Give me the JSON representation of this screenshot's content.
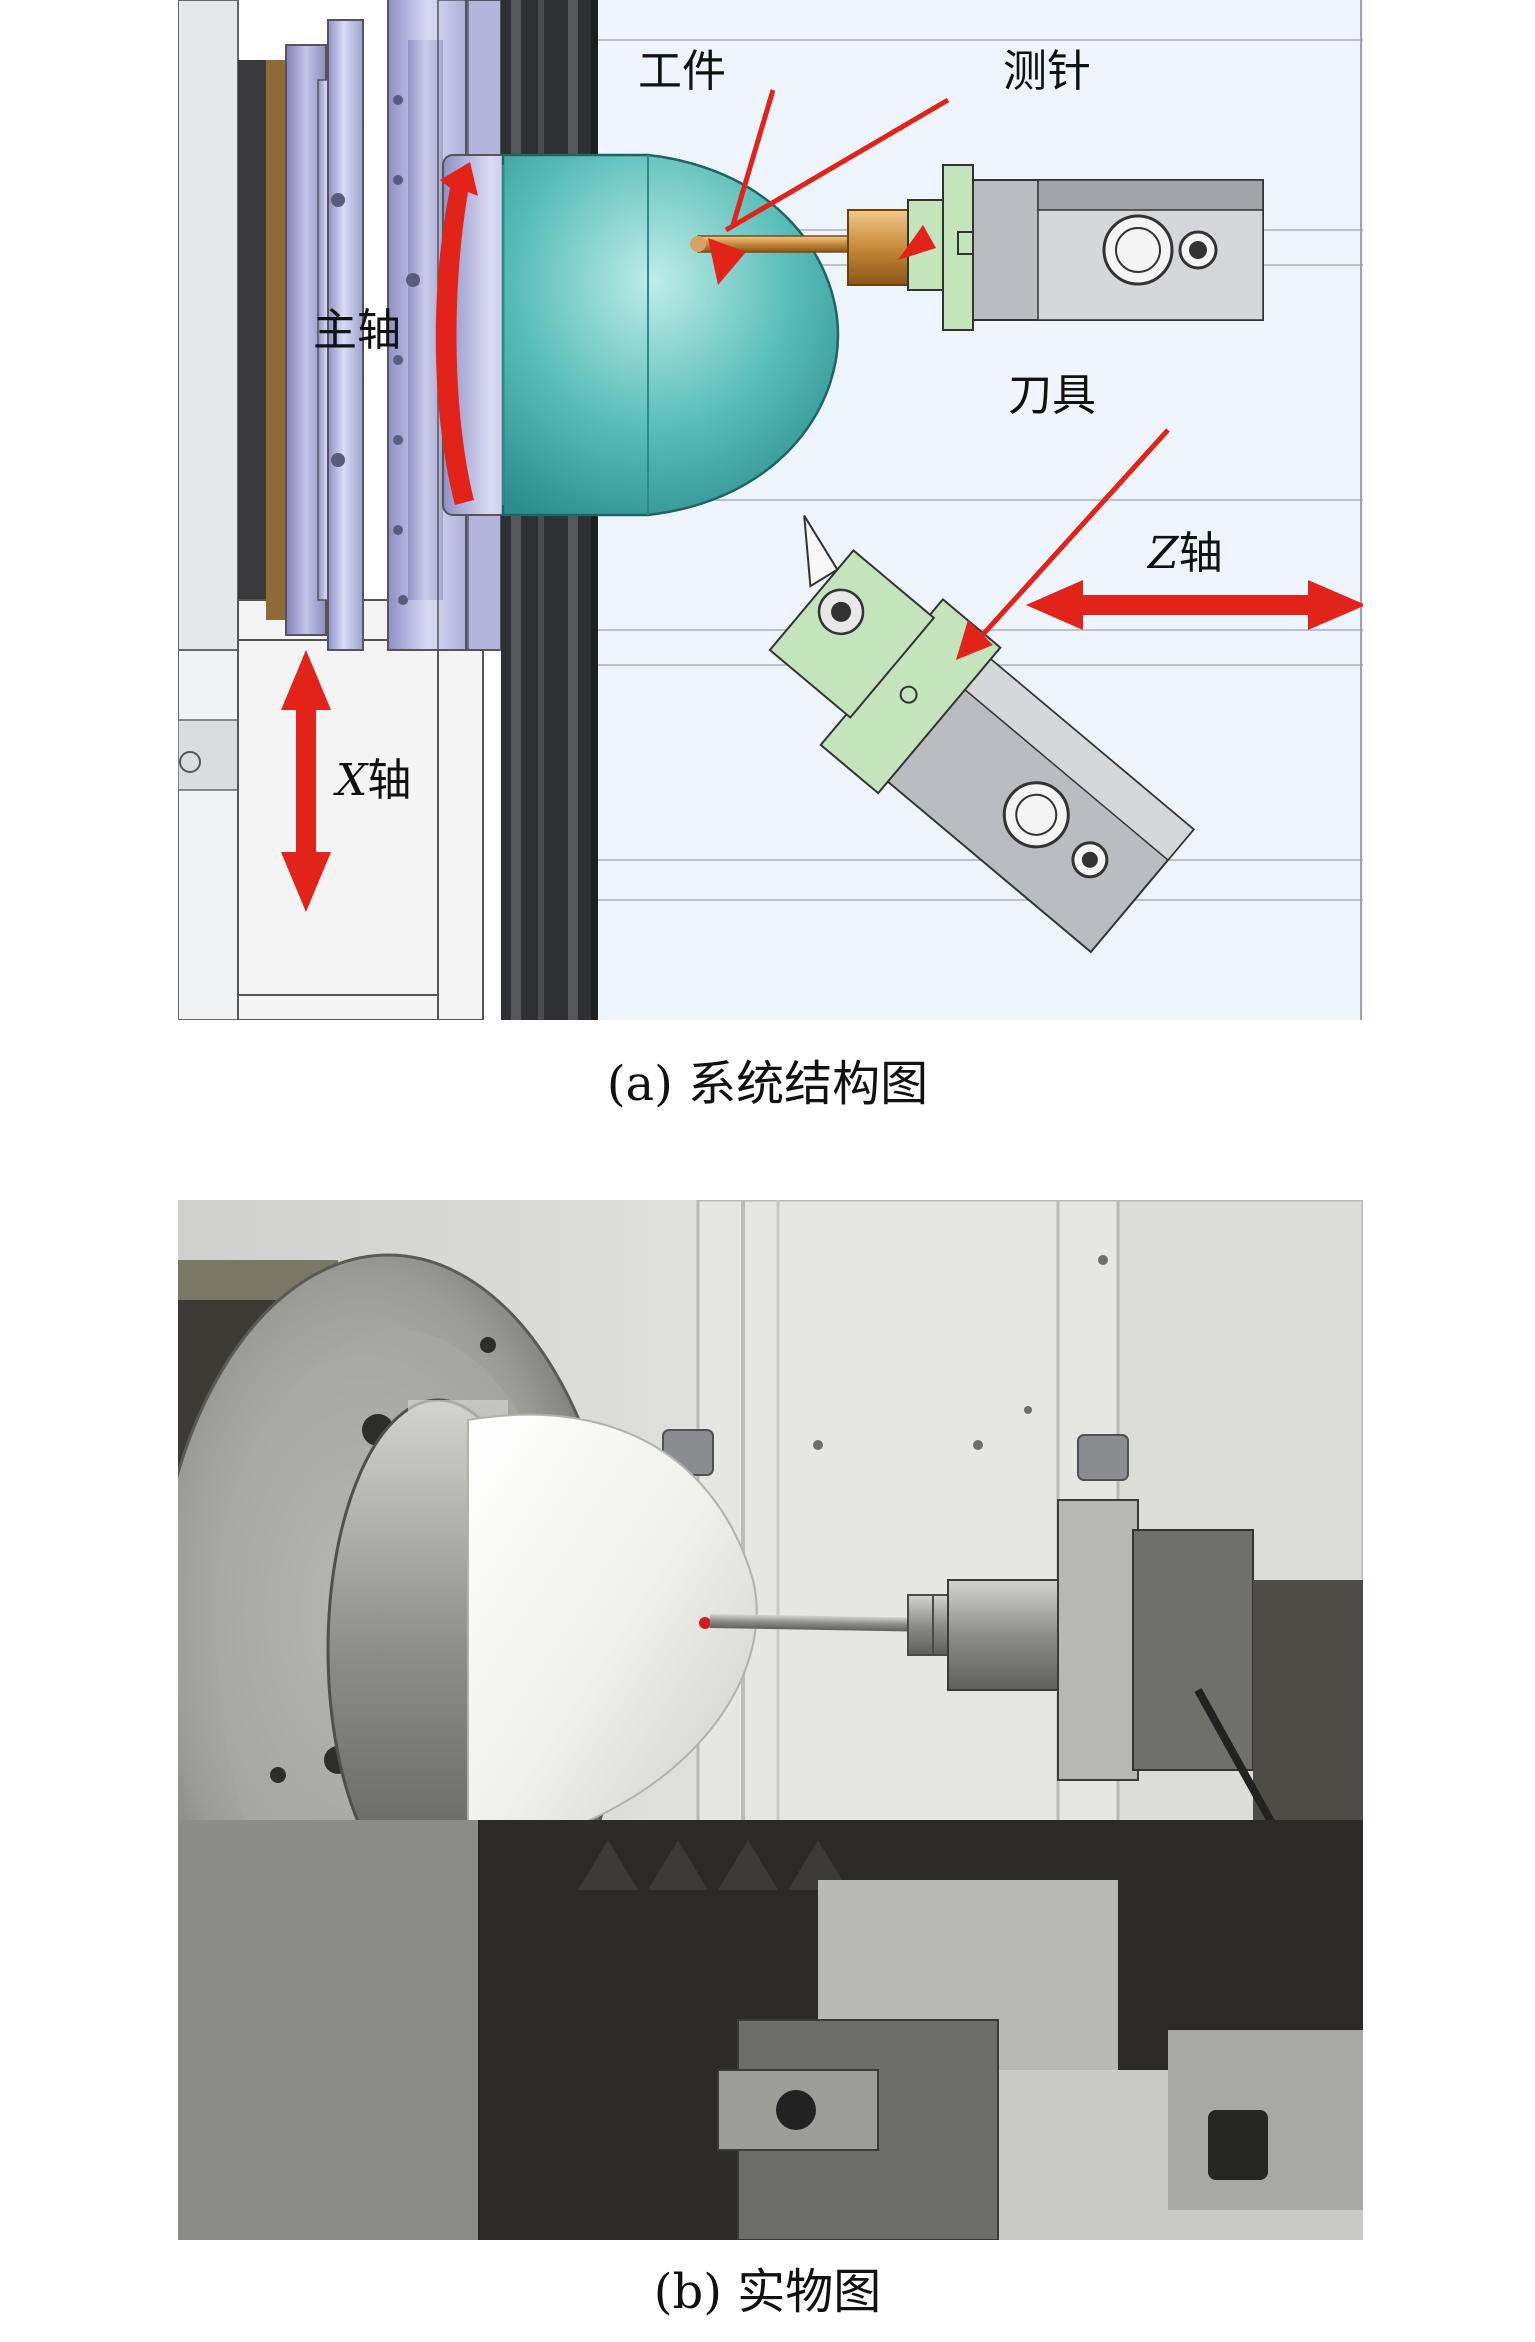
{
  "diagram_a": {
    "labels": {
      "workpiece": "工件",
      "probe": "测针",
      "spindle": "主轴",
      "tool": "刀具",
      "z_axis_letter": "Z",
      "z_axis_suffix": "轴",
      "x_axis_letter": "X",
      "x_axis_suffix": "轴"
    },
    "caption": "(a) 系统结构图"
  },
  "photo_b": {
    "caption": "(b) 实物图"
  },
  "colors": {
    "arrow_red": "#e2231a",
    "workpiece_teal": "#4fb8b4",
    "probe_green": "#c4e4bc",
    "spindle_lavender": "#b9bbe0",
    "background_blue": "#eef4fb"
  }
}
